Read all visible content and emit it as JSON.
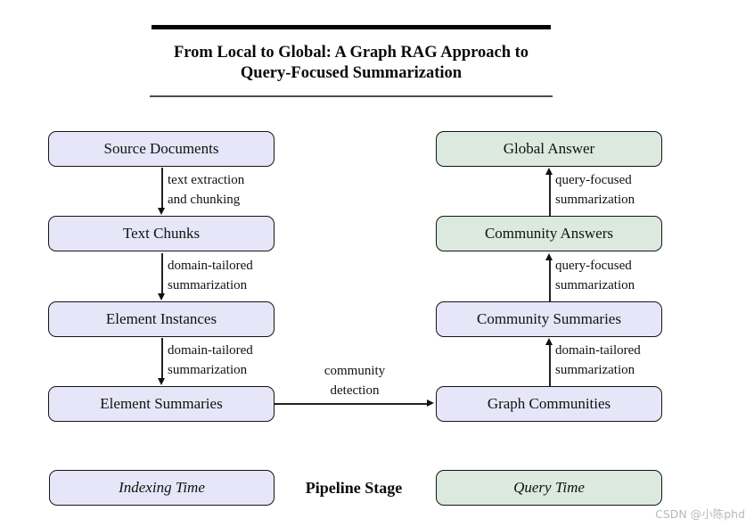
{
  "header": {
    "title_line1": "From Local to Global: A Graph RAG Approach to",
    "title_line2": "Query-Focused Summarization"
  },
  "colors": {
    "indexing-fill": "#e6e6f8",
    "query-fill": "#dbe9de",
    "box-border": "#151515",
    "watermark-color": "#b9b9b9"
  },
  "pipeline": {
    "indexing_stages": [
      {
        "label": "Source Documents"
      },
      {
        "label": "Text Chunks"
      },
      {
        "label": "Element Instances"
      },
      {
        "label": "Element Summaries"
      }
    ],
    "indexing_transitions": [
      {
        "line1": "text extraction",
        "line2": "and chunking"
      },
      {
        "line1": "domain-tailored",
        "line2": "summarization"
      },
      {
        "line1": "domain-tailored",
        "line2": "summarization"
      }
    ],
    "community_detection": {
      "line1": "community",
      "line2": "detection"
    },
    "query_stages": [
      {
        "label": "Global Answer"
      },
      {
        "label": "Community Answers"
      },
      {
        "label": "Community Summaries"
      },
      {
        "label": "Graph Communities"
      }
    ],
    "query_transitions": [
      {
        "line1": "query-focused",
        "line2": "summarization"
      },
      {
        "line1": "query-focused",
        "line2": "summarization"
      },
      {
        "line1": "domain-tailored",
        "line2": "summarization"
      }
    ]
  },
  "legend": {
    "indexing_label": "Indexing Time",
    "center_label": "Pipeline Stage",
    "query_label": "Query Time"
  },
  "watermark": "CSDN @小陈phd"
}
